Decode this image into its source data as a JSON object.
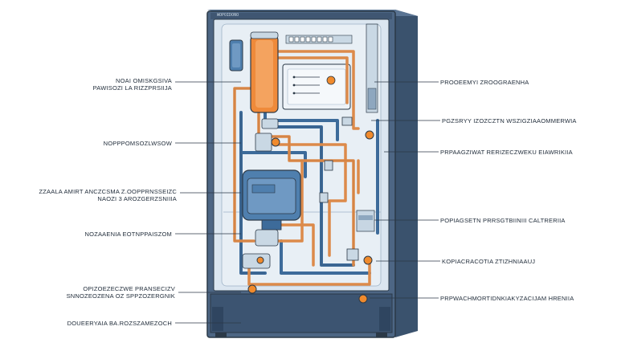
{
  "brand_text": "WOPOIDONO",
  "labels_left": [
    {
      "id": "l1",
      "lines": [
        "NOAI OMISKGSIVA",
        "PAWISOZI LA RIZZPRSIIJA"
      ]
    },
    {
      "id": "l2",
      "lines": [
        "NOPPPOMSOZLWSOW"
      ]
    },
    {
      "id": "l3",
      "lines": [
        "ZZAALA AMIRT ANCZCSMA Z.OOPPRNSSEIZC",
        "NAOZI 3 AROZGERZSNIIIA"
      ]
    },
    {
      "id": "l4",
      "lines": [
        "NOZAAENIA EOTNPPAISZOM"
      ]
    },
    {
      "id": "l5",
      "lines": [
        "OPIZOEZECZWE PRANSECIZV",
        "SNNOZEOZENA OZ SPPZOZERGNIK"
      ]
    },
    {
      "id": "l6",
      "lines": [
        "DOUEERYAIA BA.ROZSZAMEZOCH"
      ]
    }
  ],
  "labels_right": [
    {
      "id": "r1",
      "lines": [
        "PROOEEMYI ZROOGRAENHA"
      ]
    },
    {
      "id": "r2",
      "lines": [
        "PGZSRYY IZOZCZTN WSZIGZIAAOMMERWIA"
      ]
    },
    {
      "id": "r3",
      "lines": [
        "PRPAAGZIWAT RERIZECZWEKU EIAWRIKIIA"
      ]
    },
    {
      "id": "r4",
      "lines": [
        "POPIAGSETN PRRSGTBIINIII CALTRERIIA"
      ]
    },
    {
      "id": "r5",
      "lines": [
        "KOPIACRACOTIA ZTIZHNIAAUJ"
      ]
    },
    {
      "id": "r6",
      "lines": [
        "PRPWACHMORTIDNKIAKYZACIJAM HRENIIA"
      ]
    }
  ],
  "colors": {
    "cabinet": "#4d6684",
    "cabinet_dark": "#34495f",
    "panel": "#dde8f1",
    "panel_inner": "#e9f0f6",
    "copper": "#dc8a4a",
    "copper_dark": "#b86a2f",
    "pipe_blue": "#3d6b9a",
    "tank_orange": "#ef8a3a",
    "pump_blue": "#4f7fae",
    "accent_orange": "#f08a2c",
    "line": "#2b3947"
  }
}
